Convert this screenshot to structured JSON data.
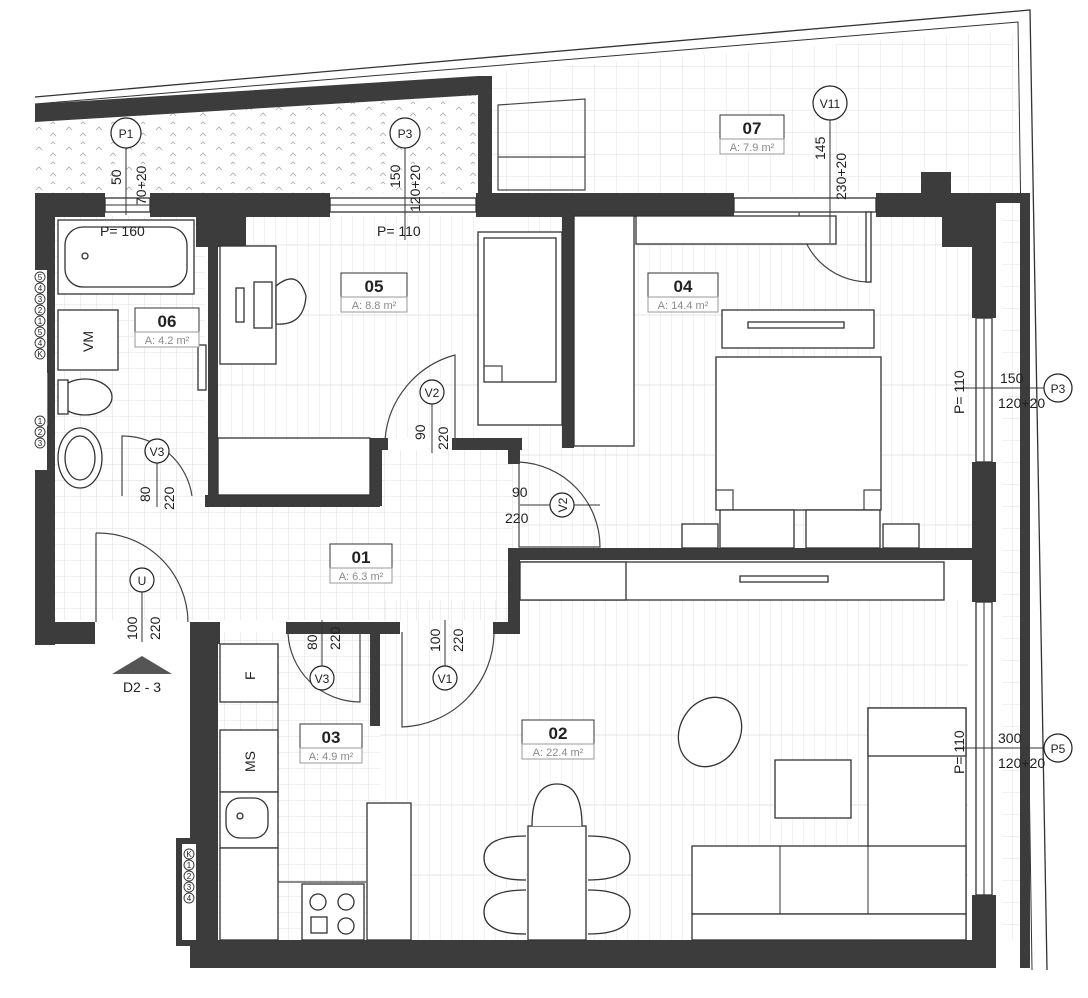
{
  "rooms": [
    {
      "number": "01",
      "area": "A: 6.3 m²"
    },
    {
      "number": "02",
      "area": "A: 22.4 m²"
    },
    {
      "number": "03",
      "area": "A: 4.9 m²"
    },
    {
      "number": "04",
      "area": "A: 14.4 m²"
    },
    {
      "number": "05",
      "area": "A: 8.8 m²"
    },
    {
      "number": "06",
      "area": "A: 4.2 m²"
    },
    {
      "number": "07",
      "area": "A: 7.9 m²"
    }
  ],
  "openings": {
    "P1": {
      "tag": "P1",
      "h1": "50",
      "h2": "70+20",
      "parapet": "P= 160"
    },
    "P3_top": {
      "tag": "P3",
      "h1": "150",
      "h2": "120+20",
      "parapet": "P= 110"
    },
    "V11": {
      "tag": "V11",
      "h1": "145",
      "h2": "230+20"
    },
    "P3_right": {
      "tag": "P3",
      "h1": "150",
      "h2": "120+20",
      "parapet": "P= 110"
    },
    "P5": {
      "tag": "P5",
      "h1": "300",
      "h2": "120+20",
      "parapet": "P= 110"
    },
    "V2_a": {
      "tag": "V2",
      "w": "90",
      "h": "220"
    },
    "V2_b": {
      "tag": "V2",
      "w": "90",
      "h": "220"
    },
    "V3_a": {
      "tag": "V3",
      "w": "80",
      "h": "220"
    },
    "V3_b": {
      "tag": "V3",
      "w": "80",
      "h": "220"
    },
    "V1": {
      "tag": "V1",
      "w": "100",
      "h": "220"
    },
    "U": {
      "tag": "U",
      "w": "100",
      "h": "220"
    }
  },
  "appliances": {
    "vm": "VM",
    "f": "F",
    "ms": "MS"
  },
  "section_mark": "D2 - 3",
  "install_left": [
    "5",
    "4",
    "3",
    "2",
    "1",
    "5",
    "4",
    "K",
    "1",
    "2",
    "3"
  ],
  "install_bottom": [
    "K",
    "1",
    "2",
    "3",
    "4"
  ]
}
